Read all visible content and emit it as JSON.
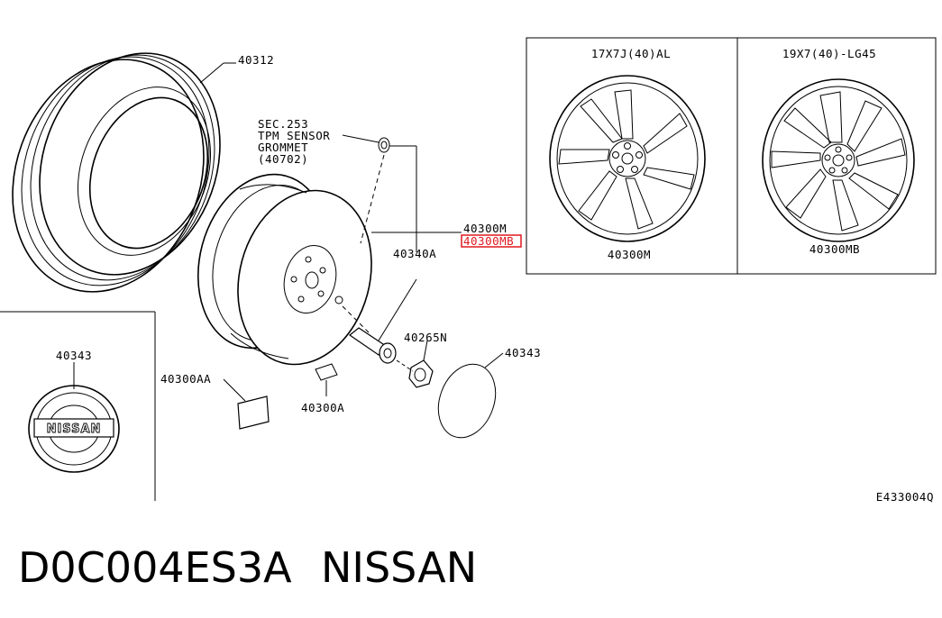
{
  "diagram": {
    "code": "E433004Q",
    "callouts": {
      "tire": "40312",
      "sensor_line1": "SEC.253",
      "sensor_line2": "TPM SENSOR",
      "sensor_line3": "GROMMET",
      "sensor_line4": "(40702)",
      "wheel_main": "40300M",
      "wheel_highlight": "40300MB",
      "valve": "40340A",
      "nut": "40265N",
      "cap_right": "40343",
      "cap_left": "40343",
      "weight_aa": "40300AA",
      "weight_a": "40300A"
    },
    "wheel_panels": [
      {
        "spec": "17X7J(40)AL",
        "part": "40300M"
      },
      {
        "spec": "19X7(40)-LG45",
        "part": "40300MB"
      }
    ],
    "badge_text": "NISSAN",
    "highlight_color": "#e0191f"
  },
  "caption": {
    "part_number": "D0C004ES3A",
    "brand": "NISSAN"
  }
}
